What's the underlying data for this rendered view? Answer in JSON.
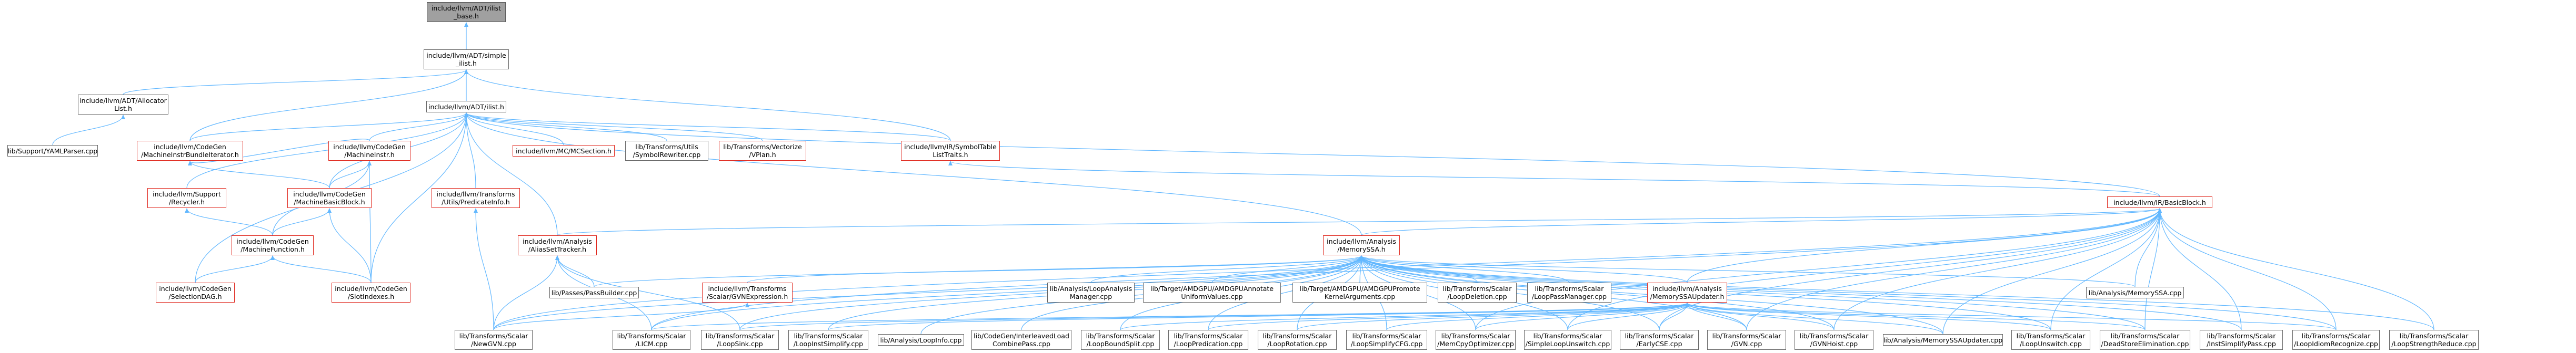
{
  "colors": {
    "edge": "#63b8ff",
    "red_border": "#e0281e",
    "grey_border": "#666666",
    "root_fill": "#a0a0a0"
  },
  "nodes": [
    {
      "id": "base",
      "label": "include/llvm/ADT/ilist\n_base.h",
      "style": "root"
    },
    {
      "id": "simple",
      "label": "include/llvm/ADT/simple\n_ilist.h",
      "style": "grey"
    },
    {
      "id": "allocator",
      "label": "include/llvm/ADT/Allocator\nList.h",
      "style": "grey"
    },
    {
      "id": "ilist",
      "label": "include/llvm/ADT/ilist.h",
      "style": "grey"
    },
    {
      "id": "yaml",
      "label": "lib/Support/YAMLParser.cpp",
      "style": "grey"
    },
    {
      "id": "bundle",
      "label": "include/llvm/CodeGen\n/MachineInstrBundleIterator.h",
      "style": "red"
    },
    {
      "id": "minstr",
      "label": "include/llvm/CodeGen\n/MachineInstr.h",
      "style": "red"
    },
    {
      "id": "mcsection",
      "label": "include/llvm/MC/MCSection.h",
      "style": "red"
    },
    {
      "id": "symrewriter",
      "label": "lib/Transforms/Utils\n/SymbolRewriter.cpp",
      "style": "grey"
    },
    {
      "id": "vplan",
      "label": "lib/Transforms/Vectorize\n/VPlan.h",
      "style": "red"
    },
    {
      "id": "symtable",
      "label": "include/llvm/IR/SymbolTable\nListTraits.h",
      "style": "red"
    },
    {
      "id": "recycler",
      "label": "include/llvm/Support\n/Recycler.h",
      "style": "red"
    },
    {
      "id": "mbb",
      "label": "include/llvm/CodeGen\n/MachineBasicBlock.h",
      "style": "red"
    },
    {
      "id": "predinfo",
      "label": "include/llvm/Transforms\n/Utils/PredicateInfo.h",
      "style": "red"
    },
    {
      "id": "mfunc",
      "label": "include/llvm/CodeGen\n/MachineFunction.h",
      "style": "red"
    },
    {
      "id": "seldag",
      "label": "include/llvm/CodeGen\n/SelectionDAG.h",
      "style": "red"
    },
    {
      "id": "slotidx",
      "label": "include/llvm/CodeGen\n/SlotIndexes.h",
      "style": "red"
    },
    {
      "id": "bblock",
      "label": "include/llvm/IR/BasicBlock.h",
      "style": "red"
    },
    {
      "id": "aliasset",
      "label": "include/llvm/Analysis\n/AliasSetTracker.h",
      "style": "red"
    },
    {
      "id": "memssa",
      "label": "include/llvm/Analysis\n/MemorySSA.h",
      "style": "red"
    },
    {
      "id": "gvnexpr",
      "label": "include/llvm/Transforms\n/Scalar/GVNExpression.h",
      "style": "red"
    },
    {
      "id": "passbuilder",
      "label": "lib/Passes/PassBuilder.cpp",
      "style": "grey"
    },
    {
      "id": "loopanalysis",
      "label": "lib/Analysis/LoopAnalysis\nManager.cpp",
      "style": "grey"
    },
    {
      "id": "amdannotate",
      "label": "lib/Target/AMDGPU/AMDGPUAnnotate\nUniformValues.cpp",
      "style": "grey"
    },
    {
      "id": "amdpromote",
      "label": "lib/Target/AMDGPU/AMDGPUPromote\nKernelArguments.cpp",
      "style": "grey"
    },
    {
      "id": "loopdeletion",
      "label": "lib/Transforms/Scalar\n/LoopDeletion.cpp",
      "style": "grey"
    },
    {
      "id": "looppass",
      "label": "lib/Transforms/Scalar\n/LoopPassManager.cpp",
      "style": "grey"
    },
    {
      "id": "memssaupd",
      "label": "include/llvm/Analysis\n/MemorySSAUpdater.h",
      "style": "red"
    },
    {
      "id": "memssacpp",
      "label": "lib/Analysis/MemorySSA.cpp",
      "style": "grey"
    },
    {
      "id": "newgvn",
      "label": "lib/Transforms/Scalar\n/NewGVN.cpp",
      "style": "grey"
    },
    {
      "id": "licm",
      "label": "lib/Transforms/Scalar\n/LICM.cpp",
      "style": "grey"
    },
    {
      "id": "loopsink",
      "label": "lib/Transforms/Scalar\n/LoopSink.cpp",
      "style": "grey"
    },
    {
      "id": "loopinstsimp",
      "label": "lib/Transforms/Scalar\n/LoopInstSimplify.cpp",
      "style": "grey"
    },
    {
      "id": "loopinfo",
      "label": "lib/Analysis/LoopInfo.cpp",
      "style": "grey"
    },
    {
      "id": "interleaved",
      "label": "lib/CodeGen/InterleavedLoad\nCombinePass.cpp",
      "style": "grey"
    },
    {
      "id": "loopboundsplit",
      "label": "lib/Transforms/Scalar\n/LoopBoundSplit.cpp",
      "style": "grey"
    },
    {
      "id": "looppredication",
      "label": "lib/Transforms/Scalar\n/LoopPredication.cpp",
      "style": "grey"
    },
    {
      "id": "looprotation",
      "label": "lib/Transforms/Scalar\n/LoopRotation.cpp",
      "style": "grey"
    },
    {
      "id": "loopsimpcfg",
      "label": "lib/Transforms/Scalar\n/LoopSimplifyCFG.cpp",
      "style": "grey"
    },
    {
      "id": "memcpyopt",
      "label": "lib/Transforms/Scalar\n/MemCpyOptimizer.cpp",
      "style": "grey"
    },
    {
      "id": "simpleunswitch",
      "label": "lib/Transforms/Scalar\n/SimpleLoopUnswitch.cpp",
      "style": "grey"
    },
    {
      "id": "earlycse",
      "label": "lib/Transforms/Scalar\n/EarlyCSE.cpp",
      "style": "grey"
    },
    {
      "id": "gvn",
      "label": "lib/Transforms/Scalar\n/GVN.cpp",
      "style": "grey"
    },
    {
      "id": "gvnhoist",
      "label": "lib/Transforms/Scalar\n/GVNHoist.cpp",
      "style": "grey"
    },
    {
      "id": "memssaupdcpp",
      "label": "lib/Analysis/MemorySSAUpdater.cpp",
      "style": "grey"
    },
    {
      "id": "loopunswitch",
      "label": "lib/Transforms/Scalar\n/LoopUnswitch.cpp",
      "style": "grey"
    },
    {
      "id": "dse",
      "label": "lib/Transforms/Scalar\n/DeadStoreElimination.cpp",
      "style": "grey"
    },
    {
      "id": "instsimp",
      "label": "lib/Transforms/Scalar\n/InstSimplifyPass.cpp",
      "style": "grey"
    },
    {
      "id": "loopidiom",
      "label": "lib/Transforms/Scalar\n/LoopIdiomRecognize.cpp",
      "style": "grey"
    },
    {
      "id": "loopstrength",
      "label": "lib/Transforms/Scalar\n/LoopStrengthReduce.cpp",
      "style": "grey"
    }
  ],
  "edges": [
    [
      "simple",
      "base"
    ],
    [
      "ilist",
      "simple"
    ],
    [
      "allocator",
      "simple"
    ],
    [
      "symtable",
      "simple"
    ],
    [
      "bundle",
      "simple"
    ],
    [
      "yaml",
      "allocator"
    ],
    [
      "bundle",
      "ilist"
    ],
    [
      "minstr",
      "ilist"
    ],
    [
      "mcsection",
      "ilist"
    ],
    [
      "symrewriter",
      "ilist"
    ],
    [
      "vplan",
      "ilist"
    ],
    [
      "symtable",
      "ilist"
    ],
    [
      "recycler",
      "ilist"
    ],
    [
      "mbb",
      "ilist"
    ],
    [
      "predinfo",
      "ilist"
    ],
    [
      "slotidx",
      "ilist"
    ],
    [
      "seldag",
      "ilist"
    ],
    [
      "aliasset",
      "ilist"
    ],
    [
      "bblock",
      "ilist"
    ],
    [
      "memssa",
      "ilist"
    ],
    [
      "bblock",
      "symtable"
    ],
    [
      "mbb",
      "bundle"
    ],
    [
      "minstr",
      "bundle"
    ],
    [
      "mbb",
      "minstr"
    ],
    [
      "mfunc",
      "minstr"
    ],
    [
      "slotidx",
      "minstr"
    ],
    [
      "mfunc",
      "recycler"
    ],
    [
      "mfunc",
      "mbb"
    ],
    [
      "slotidx",
      "mbb"
    ],
    [
      "seldag",
      "mfunc"
    ],
    [
      "slotidx",
      "mfunc"
    ],
    [
      "newgvn",
      "predinfo"
    ],
    [
      "memssa",
      "bblock"
    ],
    [
      "aliasset",
      "bblock"
    ],
    [
      "memssaupd",
      "bblock"
    ],
    [
      "memssacpp",
      "bblock"
    ],
    [
      "loopunswitch",
      "bblock"
    ],
    [
      "dse",
      "bblock"
    ],
    [
      "instsimp",
      "bblock"
    ],
    [
      "loopidiom",
      "bblock"
    ],
    [
      "loopstrength",
      "bblock"
    ],
    [
      "earlycse",
      "bblock"
    ],
    [
      "gvnhoist",
      "bblock"
    ],
    [
      "simpleunswitch",
      "bblock"
    ],
    [
      "memcpyopt",
      "bblock"
    ],
    [
      "gvn",
      "bblock"
    ],
    [
      "memssaupdcpp",
      "bblock"
    ],
    [
      "newgvn",
      "bblock"
    ],
    [
      "licm",
      "bblock"
    ],
    [
      "passbuilder",
      "aliasset"
    ],
    [
      "licm",
      "aliasset"
    ],
    [
      "loopsink",
      "aliasset"
    ],
    [
      "newgvn",
      "aliasset"
    ],
    [
      "newgvn",
      "gvnexpr"
    ],
    [
      "passbuilder",
      "memssa"
    ],
    [
      "loopanalysis",
      "memssa"
    ],
    [
      "amdannotate",
      "memssa"
    ],
    [
      "amdpromote",
      "memssa"
    ],
    [
      "loopdeletion",
      "memssa"
    ],
    [
      "looppass",
      "memssa"
    ],
    [
      "memssaupd",
      "memssa"
    ],
    [
      "memssacpp",
      "memssa"
    ],
    [
      "gvnexpr",
      "memssa"
    ],
    [
      "newgvn",
      "memssa"
    ],
    [
      "licm",
      "memssa"
    ],
    [
      "loopsink",
      "memssa"
    ],
    [
      "loopinstsimp",
      "memssa"
    ],
    [
      "loopinfo",
      "memssa"
    ],
    [
      "interleaved",
      "memssa"
    ],
    [
      "loopboundsplit",
      "memssa"
    ],
    [
      "looppredication",
      "memssa"
    ],
    [
      "looprotation",
      "memssa"
    ],
    [
      "loopsimpcfg",
      "memssa"
    ],
    [
      "memcpyopt",
      "memssa"
    ],
    [
      "simpleunswitch",
      "memssa"
    ],
    [
      "earlycse",
      "memssa"
    ],
    [
      "gvn",
      "memssa"
    ],
    [
      "gvnhoist",
      "memssa"
    ],
    [
      "memssaupdcpp",
      "memssa"
    ],
    [
      "loopunswitch",
      "memssa"
    ],
    [
      "dse",
      "memssa"
    ],
    [
      "instsimp",
      "memssa"
    ],
    [
      "loopidiom",
      "memssa"
    ],
    [
      "loopstrength",
      "memssa"
    ],
    [
      "licm",
      "memssaupd"
    ],
    [
      "loopsink",
      "memssaupd"
    ],
    [
      "loopinstsimp",
      "memssaupd"
    ],
    [
      "loopboundsplit",
      "memssaupd"
    ],
    [
      "looppredication",
      "memssaupd"
    ],
    [
      "looprotation",
      "memssaupd"
    ],
    [
      "loopsimpcfg",
      "memssaupd"
    ],
    [
      "memcpyopt",
      "memssaupd"
    ],
    [
      "simpleunswitch",
      "memssaupd"
    ],
    [
      "earlycse",
      "memssaupd"
    ],
    [
      "gvn",
      "memssaupd"
    ],
    [
      "gvnhoist",
      "memssaupd"
    ],
    [
      "memssaupdcpp",
      "memssaupd"
    ],
    [
      "loopunswitch",
      "memssaupd"
    ],
    [
      "dse",
      "memssaupd"
    ],
    [
      "loopidiom",
      "memssaupd"
    ]
  ]
}
